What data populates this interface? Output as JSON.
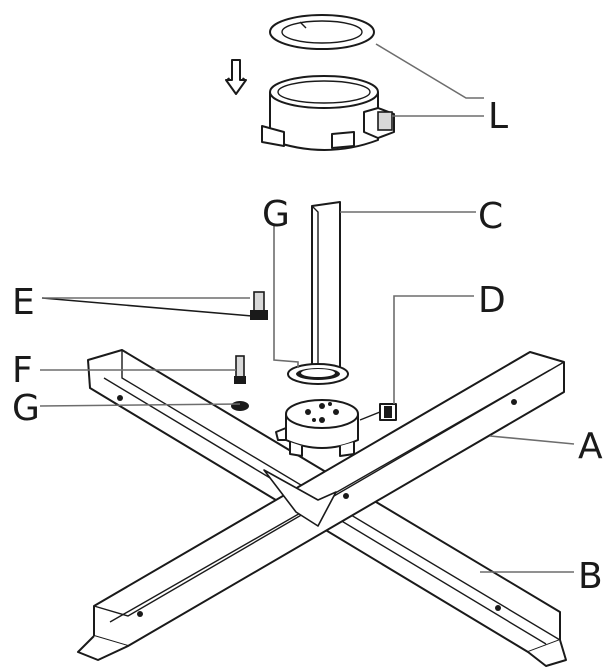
{
  "labels": {
    "L": "L",
    "C": "C",
    "G_top": "G",
    "E": "E",
    "D": "D",
    "F": "F",
    "G_left": "G",
    "A": "A",
    "B": "B"
  },
  "icons": {
    "arrow": "down-arrow-icon"
  }
}
